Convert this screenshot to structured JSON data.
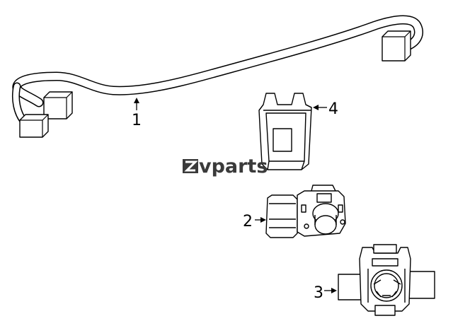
{
  "diagram": {
    "parts": [
      {
        "id": "harness",
        "number": "1"
      },
      {
        "id": "sensor",
        "number": "2"
      },
      {
        "id": "sensor-retainer",
        "number": "3"
      },
      {
        "id": "bracket",
        "number": "4"
      }
    ]
  },
  "watermark": {
    "text": "vparts",
    "logo": "zvparts-logo"
  }
}
